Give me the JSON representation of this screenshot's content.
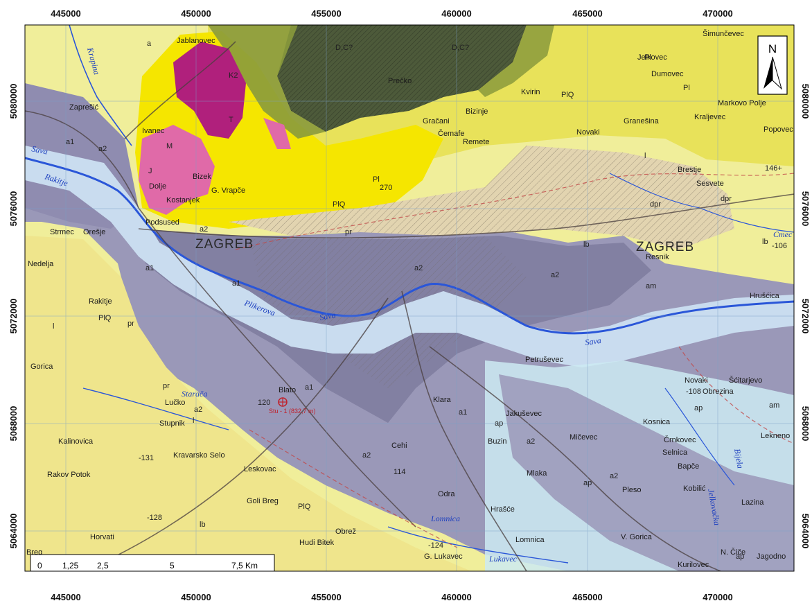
{
  "map": {
    "x_ticks": [
      "445000",
      "450000",
      "455000",
      "460000",
      "465000",
      "470000"
    ],
    "y_ticks": [
      "5080000",
      "5076000",
      "5072000",
      "5068000",
      "5064000"
    ],
    "north_label": "N",
    "scale_bar": {
      "labels": [
        "0",
        "1,25",
        "2,5",
        "5",
        "7,5 Km"
      ]
    },
    "places": [
      {
        "name": "Zaprešić"
      },
      {
        "name": "Jablanovec"
      },
      {
        "name": "Ivanec"
      },
      {
        "name": "Dolje"
      },
      {
        "name": "Kostanjek"
      },
      {
        "name": "Bizek"
      },
      {
        "name": "G. Vrapče"
      },
      {
        "name": "Podsused"
      },
      {
        "name": "Strmec"
      },
      {
        "name": "Orešje"
      },
      {
        "name": "Nedelja"
      },
      {
        "name": "Rakitje"
      },
      {
        "name": "Gorica"
      },
      {
        "name": "Lučko"
      },
      {
        "name": "Stupnik"
      },
      {
        "name": "Blato"
      },
      {
        "name": "Kalinovica"
      },
      {
        "name": "Kravarsko Selo"
      },
      {
        "name": "Rakov Potok"
      },
      {
        "name": "Leskovac"
      },
      {
        "name": "Goli Breg"
      },
      {
        "name": "Horvati"
      },
      {
        "name": "Breg"
      },
      {
        "name": "Hudi Bitek"
      },
      {
        "name": "Obrež"
      },
      {
        "name": "G. Lukavec"
      },
      {
        "name": "Cehi"
      },
      {
        "name": "Odra"
      },
      {
        "name": "Hrašće"
      },
      {
        "name": "Buzin"
      },
      {
        "name": "Jakuševec"
      },
      {
        "name": "Mičevec"
      },
      {
        "name": "Mlaka"
      },
      {
        "name": "Lomnica"
      },
      {
        "name": "V. Gorica"
      },
      {
        "name": "Klara"
      },
      {
        "name": "Petruševec"
      },
      {
        "name": "Kosnica"
      },
      {
        "name": "Črnkovec"
      },
      {
        "name": "Selnica"
      },
      {
        "name": "Bapče"
      },
      {
        "name": "Kobilić"
      },
      {
        "name": "Pleso"
      },
      {
        "name": "Novaki"
      },
      {
        "name": "Obrezina"
      },
      {
        "name": "Šćitarjevo"
      },
      {
        "name": "Lekneno"
      },
      {
        "name": "Lazina"
      },
      {
        "name": "N. Čiče"
      },
      {
        "name": "Jagodno"
      },
      {
        "name": "Kurilovec"
      },
      {
        "name": "Hrušćica"
      },
      {
        "name": "Resnik"
      },
      {
        "name": "Sesvete"
      },
      {
        "name": "Brestje"
      },
      {
        "name": "Popovec"
      },
      {
        "name": "Markovo Polje"
      },
      {
        "name": "Dumovec"
      },
      {
        "name": "Gračani"
      },
      {
        "name": "Remete"
      },
      {
        "name": "Kvirin"
      },
      {
        "name": "Bizinje"
      },
      {
        "name": "Granešina"
      },
      {
        "name": "Novaki"
      },
      {
        "name": "Šimunčevec"
      },
      {
        "name": "Jelkovec"
      },
      {
        "name": "Kraljevec"
      },
      {
        "name": "Čemafe"
      },
      {
        "name": "Prečko"
      }
    ],
    "city_label": "ZAGREB",
    "units": [
      "a",
      "a1",
      "a2",
      "ap",
      "am",
      "pr",
      "dpr",
      "lb",
      "l",
      "PlQ",
      "Pl",
      "M",
      "T",
      "K2",
      "D,C?",
      "J"
    ],
    "rivers": [
      "Sava",
      "Sava",
      "Sava",
      "Plikerova",
      "Krapina",
      "Starača",
      "Lomnica",
      "Lukavec",
      "Rakitje",
      "Cmec",
      "Bijela",
      "Jelkovačka"
    ],
    "spot_heights": [
      "146+",
      "-106",
      "120",
      "-131",
      "-128",
      "-124",
      "114",
      "-108",
      "270"
    ],
    "borehole_label": "Stu - 1 (832,7 m)",
    "colors": {
      "aquifer_purple": "#9a98b8",
      "aquifer_dark": "#7e7b9e",
      "quaternary_yellow": "#f0ee9a",
      "pliocene_yellow": "#e8e25a",
      "bright_yellow": "#f5e600",
      "magenta": "#b0207c",
      "pink": "#e06aa8",
      "dark_green": "#4d5a3a",
      "olive_green": "#8a9a3c",
      "light_blue": "#c9dcef",
      "cyan_light": "#cdeaf2",
      "tan_hatch": "#e2d4b0",
      "river_blue": "#2a56d8",
      "road_red": "#c24747"
    }
  }
}
